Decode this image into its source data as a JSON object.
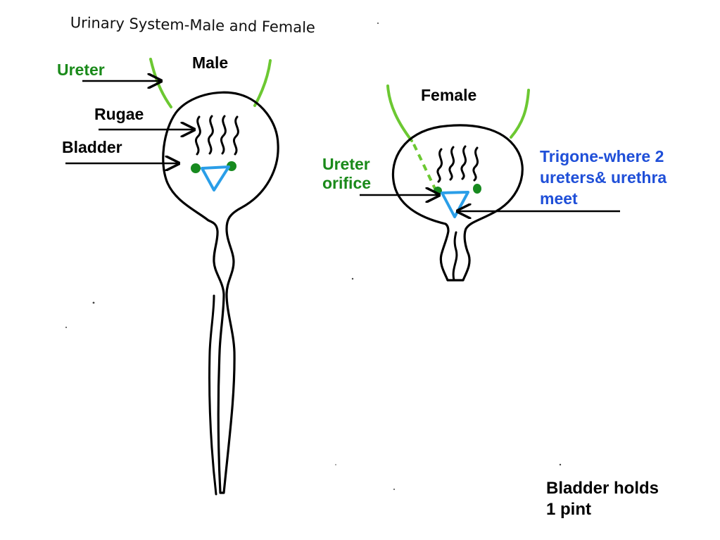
{
  "title": "Urinary System-Male and Female",
  "labels": {
    "male": "Male",
    "female": "Female",
    "ureter": "Ureter",
    "rugae": "Rugae",
    "bladder": "Bladder",
    "ureter_orifice_line1": "Ureter",
    "ureter_orifice_line2": "orifice",
    "trigone_line1": "Trigone-where 2",
    "trigone_line2": "ureters& urethra",
    "trigone_line3": "meet",
    "capacity_line1": "Bladder holds",
    "capacity_line2": "1 pint"
  },
  "colors": {
    "outline": "#000000",
    "ureter_green": "#6cc832",
    "label_green": "#1a8a1a",
    "orifice_green": "#178a1f",
    "trigone_blue": "#2a9ee8",
    "label_blue": "#1f4fd8"
  }
}
